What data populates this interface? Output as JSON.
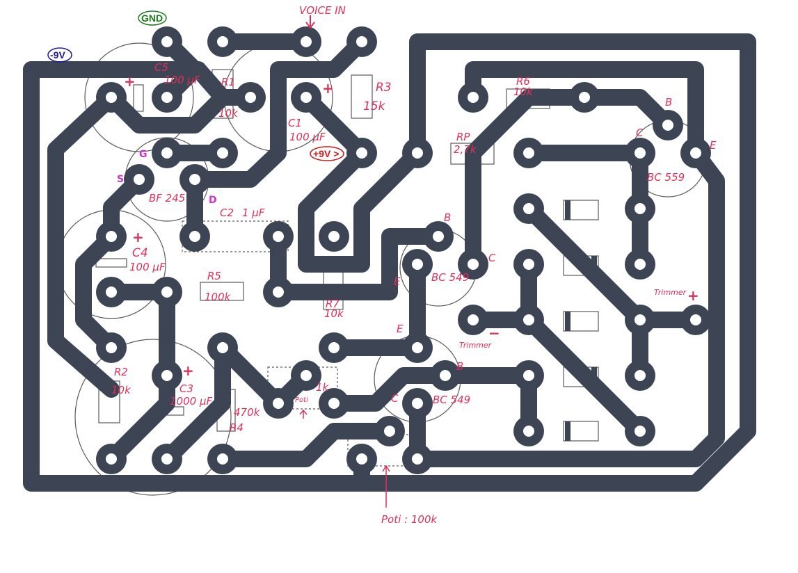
{
  "supply_labels": {
    "gnd": "GND",
    "neg": "-9V",
    "pos": "+9V >"
  },
  "colors": {
    "trace": "#3d4554",
    "handwriting": "#e0305a",
    "gnd": "#1a7a1a",
    "neg": "#1a1a9a",
    "pos": "#cc1a1a",
    "pin": "#cc33cc"
  },
  "annotations": {
    "voice_in": "VOICE IN",
    "poti_bottom": "Poti : 100k",
    "poti_small": "Poti",
    "trimmer_left": "Trimmer",
    "trimmer_right": "Trimmer"
  },
  "components": {
    "c5": {
      "name": "C5",
      "value": "100 µF"
    },
    "r1": {
      "name": "R1",
      "value": "10k"
    },
    "c1": {
      "name": "C1",
      "value": "100 µF"
    },
    "r3": {
      "name": "R3",
      "value": "15k"
    },
    "r6": {
      "name": "R6",
      "value": "10k"
    },
    "rp": {
      "name": "RP",
      "value": "2,7k"
    },
    "fet": {
      "name": "BF 245",
      "pin_g": "G",
      "pin_s": "S",
      "pin_d": "D"
    },
    "c2": {
      "name": "C2",
      "value": "1 µF"
    },
    "c4": {
      "name": "C4",
      "value": "100 µF"
    },
    "r5": {
      "name": "R5",
      "value": "100k"
    },
    "r7": {
      "name": "R7",
      "value": "10k"
    },
    "r2": {
      "name": "R2",
      "value": "10k"
    },
    "c3": {
      "name": "C3",
      "value": "1000 µF"
    },
    "r4": {
      "name": "R4",
      "value": "470k"
    },
    "poti_small_value": "1k",
    "t1": {
      "name": "BC 549",
      "b": "B",
      "c": "C",
      "e": "E"
    },
    "t2": {
      "name": "BC 549",
      "b": "B",
      "c": "C",
      "e": "E"
    },
    "t3": {
      "name": "BC 559",
      "b": "B",
      "c": "C",
      "e": "E"
    }
  }
}
